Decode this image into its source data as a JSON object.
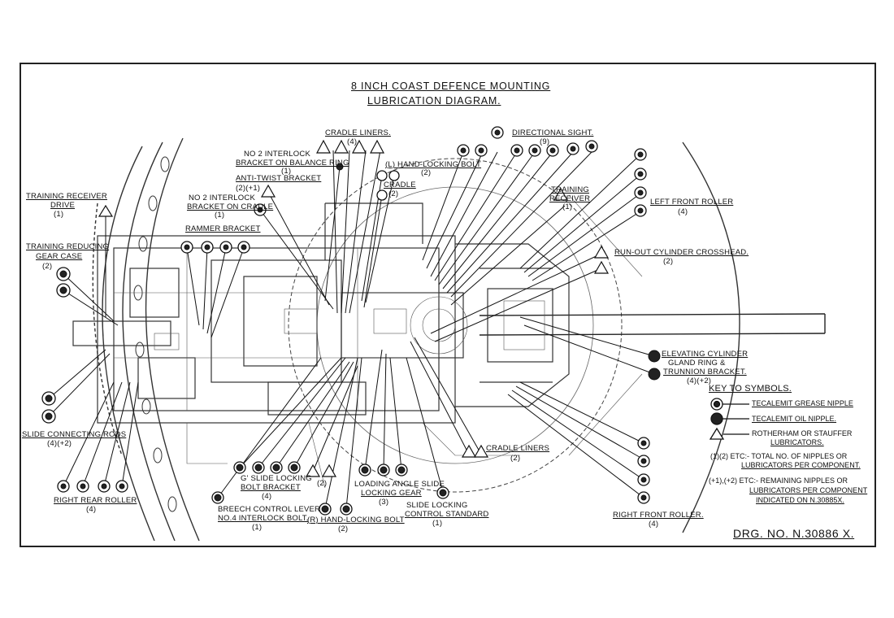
{
  "title": {
    "line1": "8 INCH COAST DEFENCE MOUNTING",
    "line2": "LUBRICATION DIAGRAM."
  },
  "labels": {
    "cradle_liners_top": {
      "name": "CRADLE LINERS.",
      "count": "(4)"
    },
    "directional_sight": {
      "name": "DIRECTIONAL SIGHT.",
      "count": "(9)"
    },
    "no2_interlock_balance": {
      "line1": "NO 2 INTERLOCK",
      "line2": "BRACKET ON BALANCE RING",
      "count": "(1)"
    },
    "l_hand_locking_bolt": {
      "name": "(L) HAND-LOCKING BOLT",
      "count": "(2)"
    },
    "anti_twist": {
      "name": "ANTI-TWIST BRACKET",
      "count": "(2)(+1)"
    },
    "cradle": {
      "name": "CRADLE",
      "count": "(2)"
    },
    "training_receiver_drive": {
      "line1": "TRAINING RECEIVER",
      "line2": "DRIVE",
      "count": "(1)"
    },
    "no2_interlock_cradle": {
      "line1": "NO 2 INTERLOCK",
      "line2": "BRACKET ON CRADLE",
      "count": "(1)"
    },
    "training_receiver_right": {
      "line1": "TRAINING",
      "line2": "RECEIVER",
      "count": "(1)"
    },
    "left_front_roller": {
      "name": "LEFT FRONT ROLLER",
      "count": "(4)"
    },
    "rammer_bracket": {
      "name": "RAMMER BRACKET"
    },
    "training_reducing": {
      "line1": "TRAINING REDUCING",
      "line2": "GEAR CASE",
      "count": "(2)"
    },
    "run_out": {
      "name": "RUN-OUT CYLINDER CROSSHEAD.",
      "count": "(2)"
    },
    "elevating": {
      "line1": "ELEVATING CYLINDER",
      "line2": "GLAND RING &",
      "line3": "TRUNNION BRACKET.",
      "count": "(4)(+2)"
    },
    "slide_connecting": {
      "name": "SLIDE CONNECTING RODS",
      "count": "(4)(+2)"
    },
    "cradle_liners_bottom": {
      "name": "CRADLE LINERS",
      "count": "(2)"
    },
    "g_slide_locking": {
      "line1": "G' SLIDE LOCKING",
      "line2": "BOLT BRACKET",
      "count": "(4)"
    },
    "loading_angle": {
      "line1": "LOADING ANGLE SLIDE",
      "line2": "LOCKING GEAR",
      "count": "(3)"
    },
    "right_rear_roller": {
      "name": "RIGHT REAR ROLLER",
      "count": "(4)"
    },
    "breech_control": {
      "line1": "BREECH CONTROL LEVER",
      "line2": "NO.4 INTERLOCK BOLT.",
      "count": "(1)"
    },
    "r_hand_locking": {
      "name": "(R) HAND-LOCKING BOLT",
      "count": "(2)"
    },
    "slide_locking_control": {
      "line1": "SLIDE LOCKING",
      "line2": "CONTROL STANDARD",
      "count": "(1)"
    },
    "right_front_roller": {
      "name": "RIGHT FRONT ROLLER.",
      "count": "(4)"
    },
    "unlabeled_count_2": "(2)"
  },
  "key": {
    "heading": "KEY TO SYMBOLS.",
    "grease": "TECALEMIT GREASE NIPPLE",
    "oil": "TECALEMIT OIL NIPPLE.",
    "rotherham_line1": "ROTHERHAM OR STAUFFER",
    "rotherham_line2": "LUBRICATORS.",
    "total_line1": "(1)(2) ETC:- TOTAL NO. OF NIPPLES OR",
    "total_line2": "LUBRICATORS PER COMPONENT.",
    "remaining_line1": "(+1),(+2) ETC:- REMAINING NIPPLES OR",
    "remaining_line2": "LUBRICATORS PER COMPONENT",
    "remaining_line3": "INDICATED ON N.30885X."
  },
  "drawing_number": "DRG. NO. N.30886 X."
}
